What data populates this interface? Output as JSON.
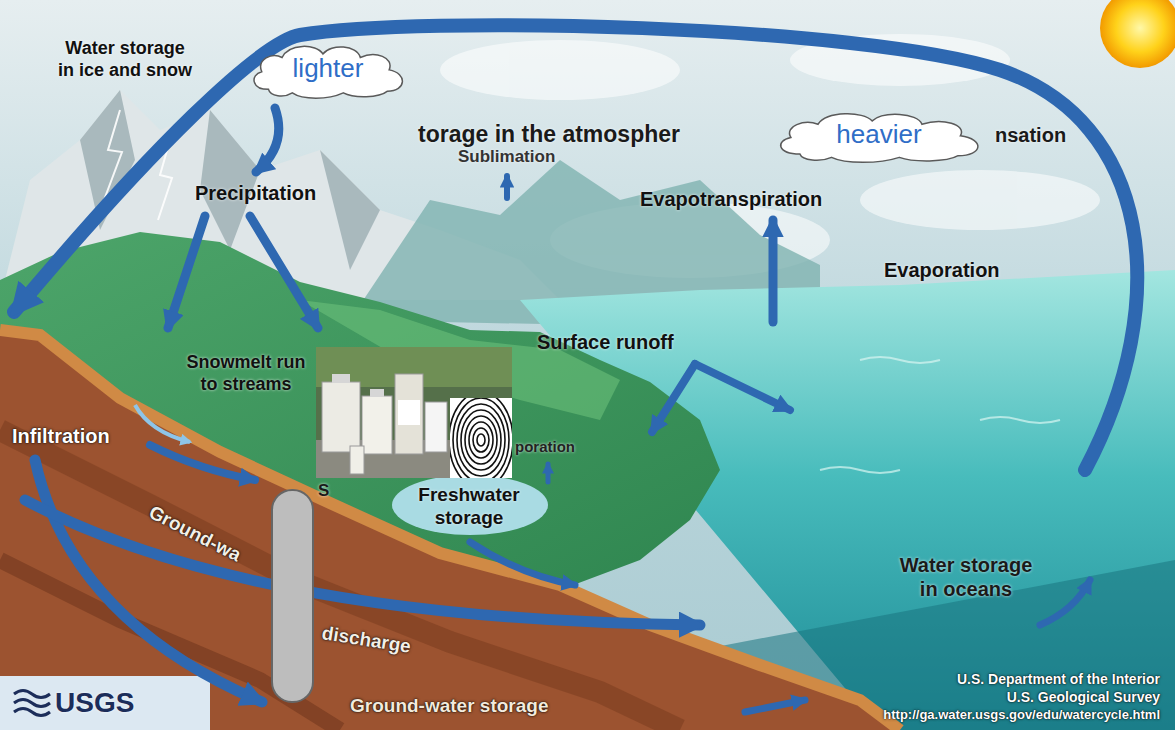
{
  "diagram": {
    "nodes": [
      {
        "text": [
          "lighter"
        ]
      },
      {
        "text": [
          "heavier"
        ]
      }
    ],
    "labels": [
      "Water storage in ice and snow",
      "torage in the atmospher",
      "nsation",
      "Sublimation",
      "Precipitation",
      "Evapotranspiration",
      "Evaporation",
      "Snowmelt run to streams",
      "Surface runoff",
      "Infiltration",
      "S",
      "poration",
      "Freshwater storage",
      "Ground-wa",
      "discharge",
      "Water storage in oceans",
      "Ground-water storage",
      "USGS",
      "U.S. Department of the Interior",
      "U.S. Geological Survey",
      "http://ga.water.usgs.gov/edu/watercycle.html"
    ]
  }
}
